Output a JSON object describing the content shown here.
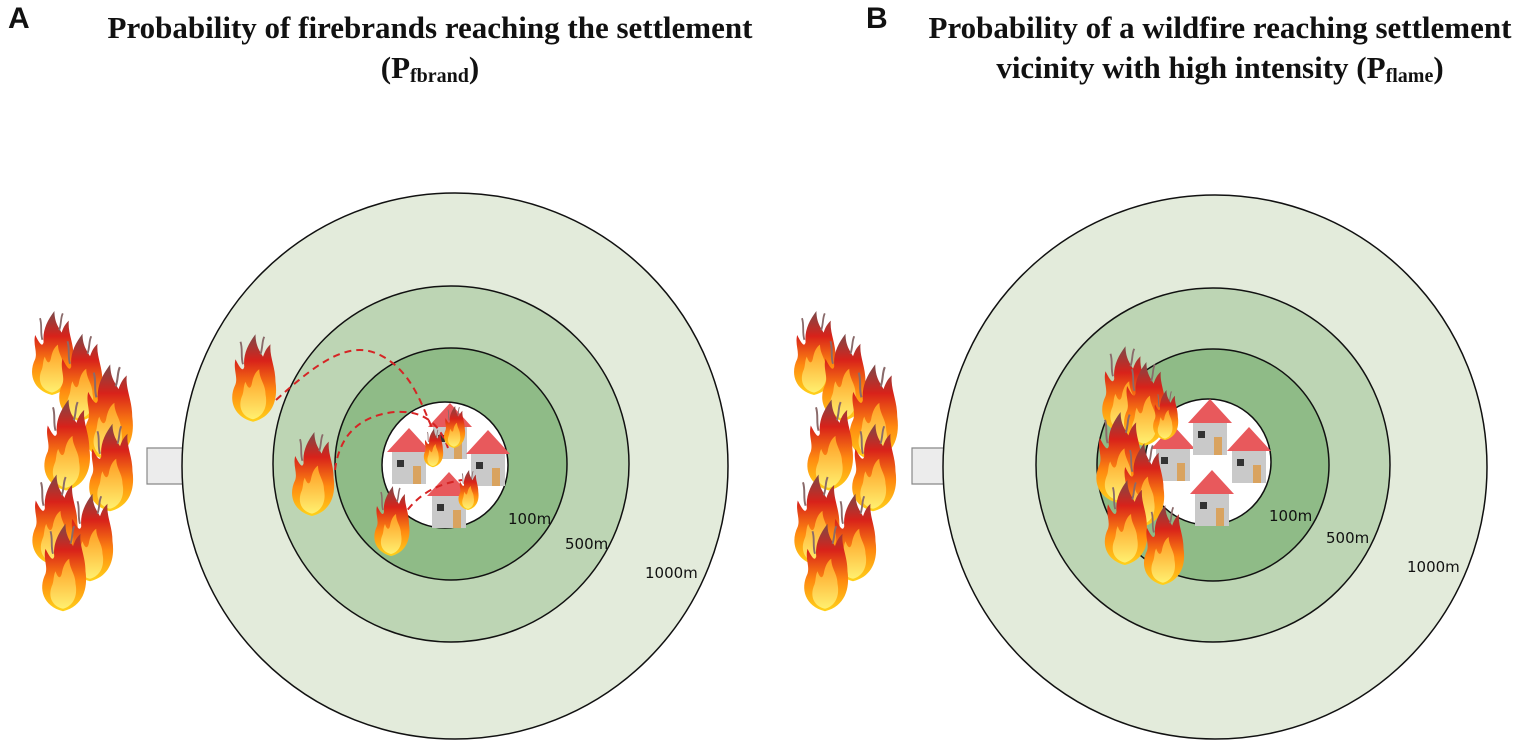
{
  "panel_a": {
    "letter": "A",
    "title_line1": "Probability of firebrands reaching the settlement",
    "title_line2_prefix": "(P",
    "title_line2_sub": "fbrand",
    "title_line2_suffix": ")",
    "ring_labels": [
      "100m",
      "500m",
      "1000m"
    ]
  },
  "panel_b": {
    "letter": "B",
    "title_line1": "Probability of a wildfire reaching settlement",
    "title_line2_prefix": "vicinity with high intensity (P",
    "title_line2_sub": "flame",
    "title_line2_suffix": ")",
    "ring_labels": [
      "100m",
      "500m",
      "1000m"
    ]
  },
  "colors": {
    "outer_ring": "#e3ebdb",
    "middle_ring": "#bdd5b4",
    "inner_ring": "#8fbb87",
    "settlement": "#ffffff",
    "roof": "#e8595c",
    "wall": "#c9c9c9",
    "door": "#d9a35f",
    "window": "#333333",
    "arrow_fill": "#ececec",
    "firebrand_path": "#d62424"
  },
  "icons": [
    "fire-icon",
    "house-icon",
    "arrow-right-icon"
  ]
}
